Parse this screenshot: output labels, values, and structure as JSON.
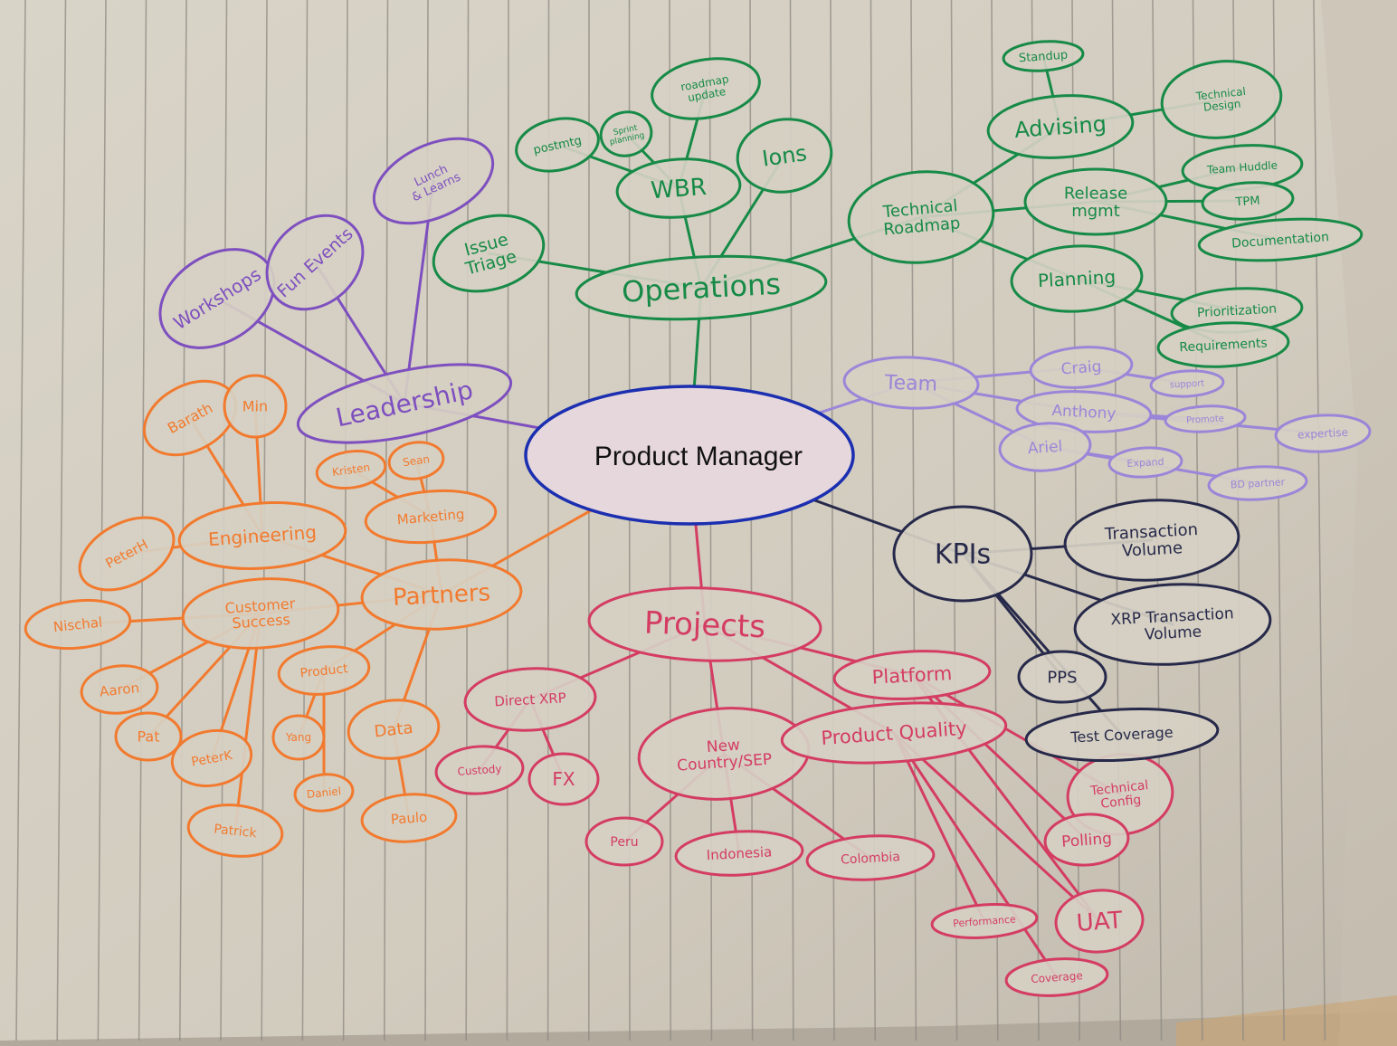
{
  "colors": {
    "paper": "#d6d0c3",
    "ruled_line": "#8f8a83",
    "operations": "#168a46",
    "leadership": "#7e4fbf",
    "team": "#9a86d8",
    "partners": "#f27a2e",
    "projects": "#d43c62",
    "kpis": "#27294a",
    "center_stroke": "#1b2fb0",
    "center_fill": "#e6d7dc"
  },
  "center": {
    "label": "Product Manager"
  },
  "nodes": {
    "operations": "Operations",
    "issue_triage": "Issue\nTriage",
    "wbr": "WBR",
    "ions": "Ions",
    "postmortem": "postmtg",
    "sprint_planning": "Sprint\nplanning",
    "roadmap_update": "roadmap\nupdate",
    "technical_roadmap": "Technical\nRoadmap",
    "advising": "Advising",
    "standup": "Standup",
    "technical_design": "Technical\nDesign",
    "release_management": "Release\nmgmt",
    "team_huddle": "Team Huddle",
    "tpm": "TPM",
    "documentation": "Documentation",
    "planning": "Planning",
    "prioritization": "Prioritization",
    "requirements": "Requirements",
    "leadership": "Leadership",
    "workshops": "Workshops",
    "fun_events": "Fun Events",
    "lunch_learns": "Lunch\n& Learns",
    "team": "Team",
    "craig": "Craig",
    "anthony": "Anthony",
    "ariel": "Ariel",
    "support": "support",
    "promote": "Promote",
    "expertise": "expertise",
    "expand": "Expand",
    "bd_partner": "BD partner",
    "partners": "Partners",
    "engineering": "Engineering",
    "marketing": "Marketing",
    "kristen": "Kristen",
    "sean": "Sean",
    "barath": "Barath",
    "min": "Min",
    "peter_h": "PeterH",
    "customer_success": "Customer\nSuccess",
    "nischal": "Nischal",
    "aaron": "Aaron",
    "pat": "Pat",
    "peter_k": "PeterK",
    "patrick": "Patrick",
    "product": "Product",
    "yang": "Yang",
    "daniel": "Daniel",
    "data": "Data",
    "paulo": "Paulo",
    "projects": "Projects",
    "direct_xrp": "Direct XRP",
    "custody": "Custody",
    "fx": "FX",
    "new_country": "New\nCountry/SEP",
    "peru": "Peru",
    "indonesia": "Indonesia",
    "colombia": "Colombia",
    "platform": "Platform",
    "product_quality": "Product Quality",
    "technical_config": "Technical\nConfig",
    "polling": "Polling",
    "uat": "UAT",
    "performance": "Performance",
    "coverage": "Coverage",
    "kpis": "KPIs",
    "transaction_volume": "Transaction\nVolume",
    "xrp_transaction_volume": "XRP Transaction\nVolume",
    "pps": "PPS",
    "test_coverage": "Test Coverage"
  }
}
